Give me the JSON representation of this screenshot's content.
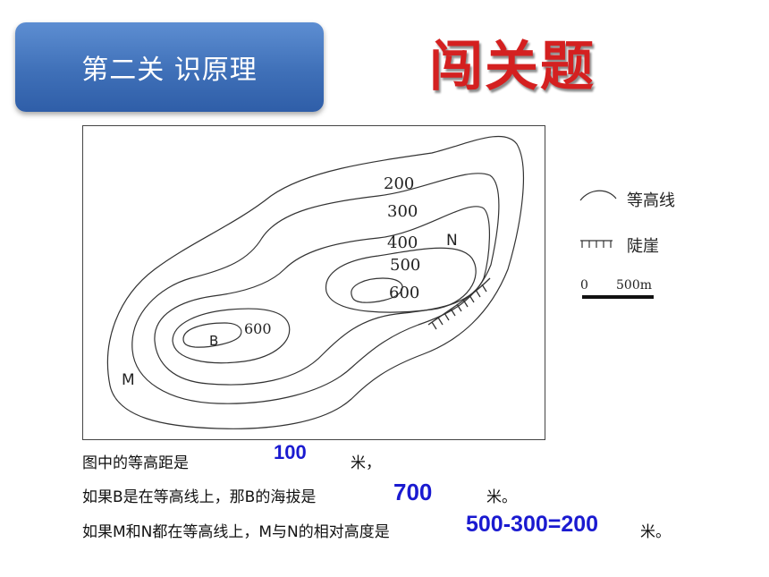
{
  "banner": {
    "text": "第二关 识原理"
  },
  "title": "闯关题",
  "map": {
    "contour_labels": {
      "c200": "200",
      "c300": "300",
      "c400": "400",
      "c500": "500",
      "c600_right": "600",
      "c600_left": "600"
    },
    "points": {
      "N": "N",
      "B": "B",
      "M": "M"
    }
  },
  "legend": {
    "contour": "等高线",
    "cliff": "陡崖",
    "scale_zero": "0",
    "scale_distance": "500m"
  },
  "questions": [
    {
      "before": "图中的等高距是",
      "answer": "100",
      "after": "米，"
    },
    {
      "before": "如果B是在等高线上，那B的海拔是",
      "answer": "700",
      "after": "米。"
    },
    {
      "before": "如果M和N都在等高线上，M与N的相对高度是",
      "answer": "500-300=200",
      "after": "米。"
    }
  ],
  "colors": {
    "banner": "#3f70b8",
    "title": "#d42020",
    "answer": "#1a1ad0"
  }
}
